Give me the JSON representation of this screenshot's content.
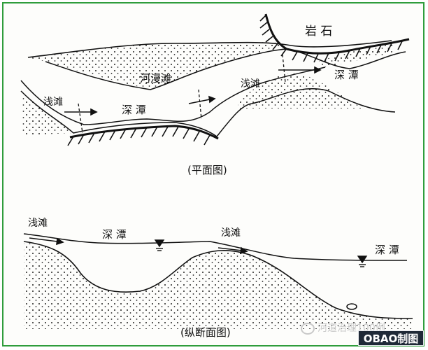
{
  "plan": {
    "rock": "岩 石",
    "floodplain": "河漫滩",
    "shoal_left": "浅滩",
    "pool_left": "深 潭",
    "shoal_right": "浅滩",
    "pool_right": "深 潭",
    "caption": "(平面图)"
  },
  "profile": {
    "shoal_left": "浅滩",
    "pool_left": "深 潭",
    "shoal_right": "浅滩",
    "pool_right": "深 潭",
    "caption": "(纵断面图)"
  },
  "watermark": "河道治理100例",
  "badge": "OBAO制图",
  "colors": {
    "frame": "#2f9d3c",
    "ink": "#111111",
    "badge_bg": "#1f2937"
  }
}
